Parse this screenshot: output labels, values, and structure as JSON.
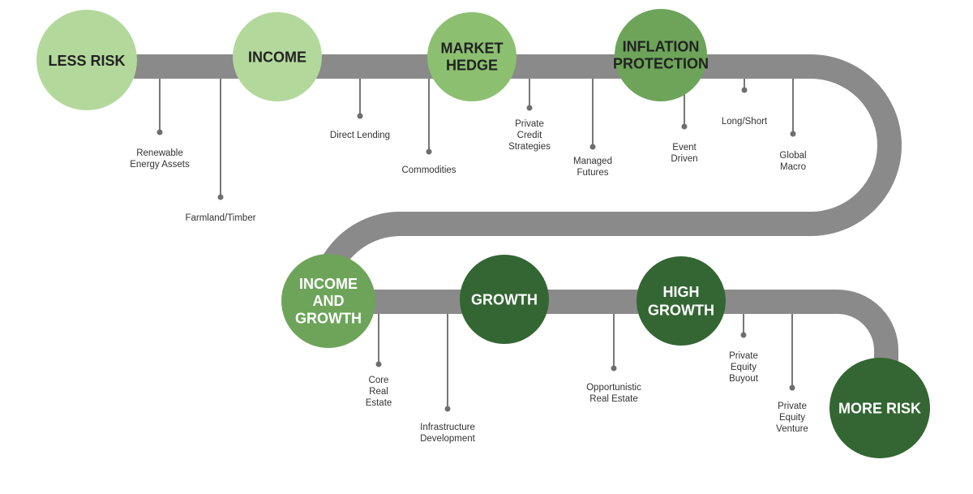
{
  "colors": {
    "path": "#8a8a8a",
    "stage_light": "#b3d89c",
    "stage_medium": "#8cc070",
    "stage_mid_dark": "#6da45a",
    "stage_dark": "#336633"
  },
  "stages": [
    {
      "id": "less-risk",
      "lines": [
        "LESS RISK"
      ]
    },
    {
      "id": "income",
      "lines": [
        "INCOME"
      ]
    },
    {
      "id": "market-hedge",
      "lines": [
        "MARKET",
        "HEDGE"
      ]
    },
    {
      "id": "inflation-protection",
      "lines": [
        "INFLATION",
        "PROTECTION"
      ]
    },
    {
      "id": "income-and-growth",
      "lines": [
        "INCOME",
        "AND",
        "GROWTH"
      ]
    },
    {
      "id": "growth",
      "lines": [
        "GROWTH"
      ]
    },
    {
      "id": "high-growth",
      "lines": [
        "HIGH",
        "GROWTH"
      ]
    },
    {
      "id": "more-risk",
      "lines": [
        "MORE RISK"
      ]
    }
  ],
  "assets": [
    {
      "id": "renewable-energy-assets",
      "lines": [
        "Renewable",
        "Energy Assets"
      ]
    },
    {
      "id": "farmland-timber",
      "lines": [
        "Farmland/Timber"
      ]
    },
    {
      "id": "direct-lending",
      "lines": [
        "Direct Lending"
      ]
    },
    {
      "id": "commodities",
      "lines": [
        "Commodities"
      ]
    },
    {
      "id": "private-credit-strategies",
      "lines": [
        "Private",
        "Credit",
        "Strategies"
      ]
    },
    {
      "id": "managed-futures",
      "lines": [
        "Managed",
        "Futures"
      ]
    },
    {
      "id": "event-driven",
      "lines": [
        "Event",
        "Driven"
      ]
    },
    {
      "id": "long-short",
      "lines": [
        "Long/Short"
      ]
    },
    {
      "id": "global-macro",
      "lines": [
        "Global",
        "Macro"
      ]
    },
    {
      "id": "core-real-estate",
      "lines": [
        "Core",
        "Real",
        "Estate"
      ]
    },
    {
      "id": "infrastructure-development",
      "lines": [
        "Infrastructure",
        "Development"
      ]
    },
    {
      "id": "opportunistic-real-estate",
      "lines": [
        "Opportunistic",
        "Real Estate"
      ]
    },
    {
      "id": "private-equity-buyout",
      "lines": [
        "Private",
        "Equity",
        "Buyout"
      ]
    },
    {
      "id": "private-equity-venture",
      "lines": [
        "Private",
        "Equity",
        "Venture"
      ]
    }
  ]
}
